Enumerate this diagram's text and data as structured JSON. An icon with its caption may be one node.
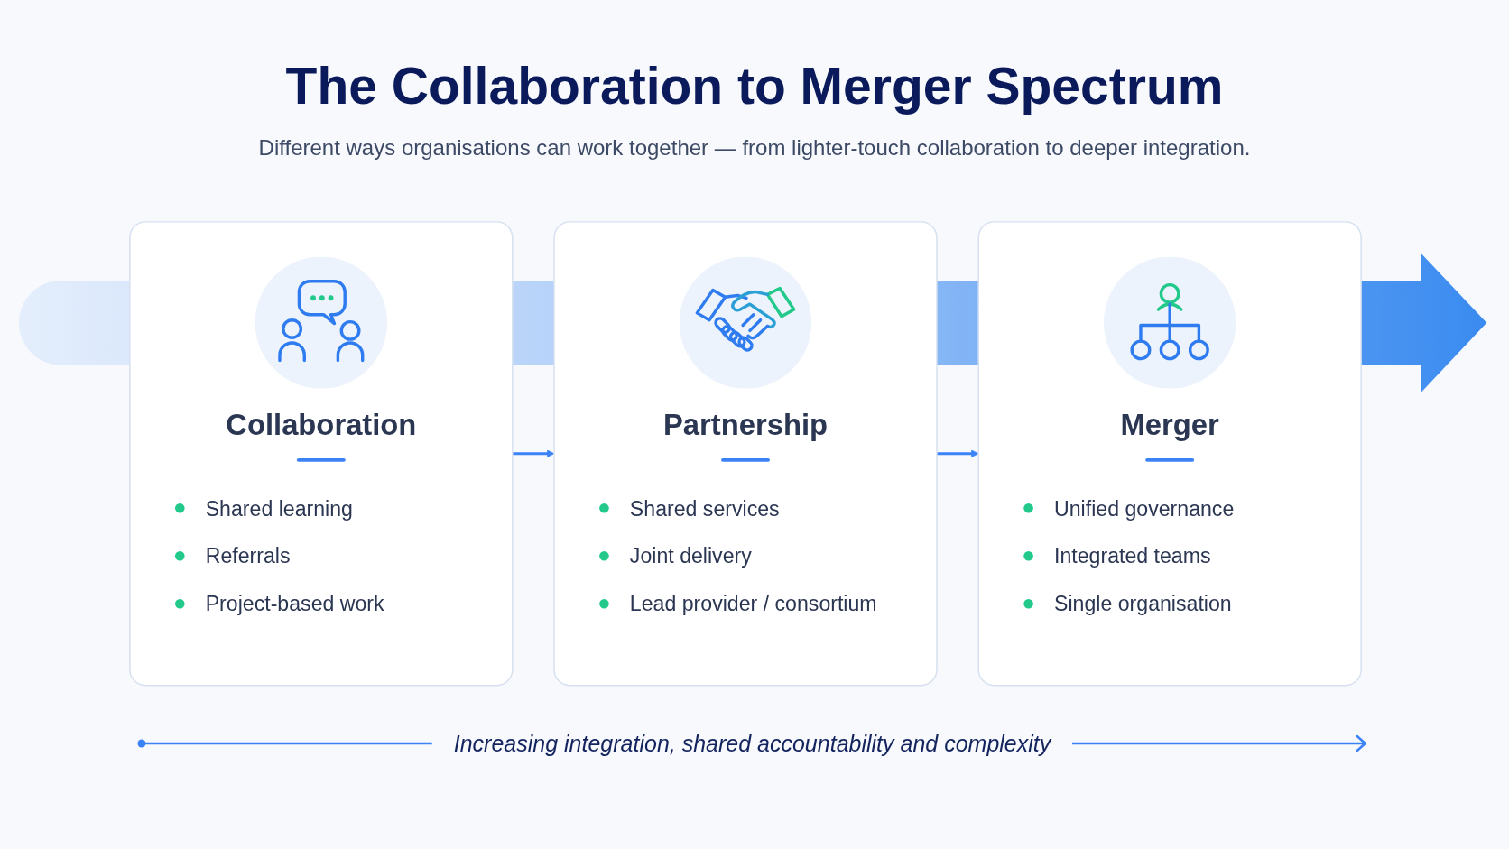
{
  "diagram": {
    "title": "The Collaboration to Merger Spectrum",
    "nodes": [
      {
        "text": [
          "Collaboration",
          "Shared learning",
          "Referrals",
          "Project-based work"
        ]
      },
      {
        "text": [
          "Partnership",
          "Shared services",
          "Joint delivery",
          "Lead provider / consortium"
        ]
      },
      {
        "text": [
          "Merger",
          "Unified governance",
          "Integrated teams",
          "Single organisation"
        ]
      }
    ],
    "edges": [
      {
        "from": 0,
        "to": 1,
        "arrow": "to"
      },
      {
        "from": 1,
        "to": 2,
        "arrow": "to"
      }
    ],
    "labels": [
      "Different ways organisations can work together — from lighter-touch collaboration to deeper integration.",
      "Increasing integration, shared accountability and complexity"
    ]
  }
}
